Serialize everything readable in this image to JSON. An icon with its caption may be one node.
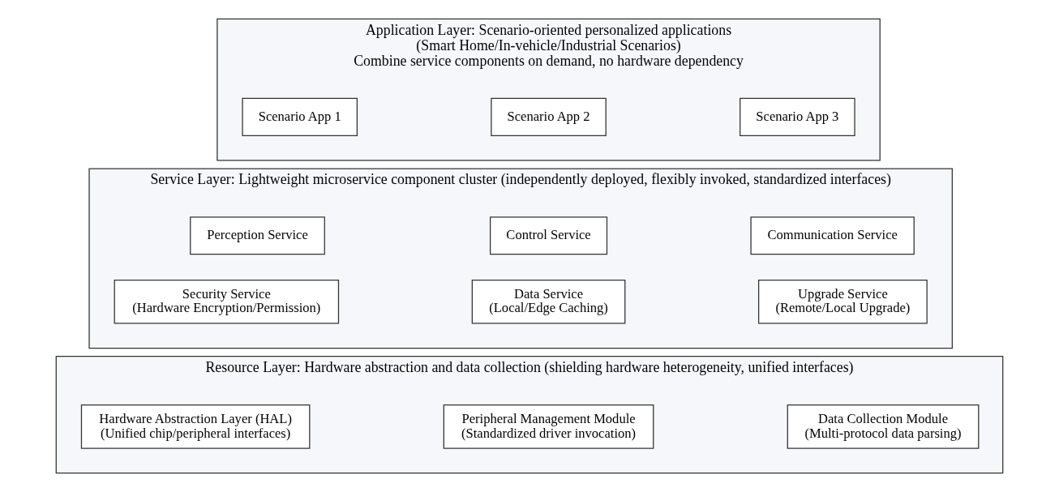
{
  "diagram": {
    "nodes": [
      {
        "text": [
          "Application Layer: Scenario-oriented personalized applications",
          "(Smart Home/In-vehicle/Industrial Scenarios)",
          "Combine service components on demand, no hardware dependency"
        ]
      },
      {
        "text": [
          "Scenario App 1"
        ],
        "in": 0
      },
      {
        "text": [
          "Scenario App 2"
        ],
        "in": 0
      },
      {
        "text": [
          "Scenario App 3"
        ],
        "in": 0
      },
      {
        "text": [
          "Service Layer: Lightweight microservice component cluster (independently deployed, flexibly invoked, standardized interfaces)"
        ]
      },
      {
        "text": [
          "Perception Service"
        ],
        "in": 4
      },
      {
        "text": [
          "Control Service"
        ],
        "in": 4
      },
      {
        "text": [
          "Communication Service"
        ],
        "in": 4
      },
      {
        "text": [
          "Security Service",
          "(Hardware Encryption/Permission)"
        ],
        "in": 4
      },
      {
        "text": [
          "Data Service",
          "(Local/Edge Caching)"
        ],
        "in": 4
      },
      {
        "text": [
          "Upgrade Service",
          "(Remote/Local Upgrade)"
        ],
        "in": 4
      },
      {
        "text": [
          "Resource Layer: Hardware abstraction and data collection (shielding hardware heterogeneity, unified interfaces)"
        ]
      },
      {
        "text": [
          "Hardware Abstraction Layer (HAL)",
          "(Unified chip/peripheral interfaces)"
        ],
        "in": 11
      },
      {
        "text": [
          "Peripheral Management Module",
          "(Standardized driver invocation)"
        ],
        "in": 11
      },
      {
        "text": [
          "Data Collection Module",
          "(Multi-protocol data parsing)"
        ],
        "in": 11
      }
    ]
  }
}
